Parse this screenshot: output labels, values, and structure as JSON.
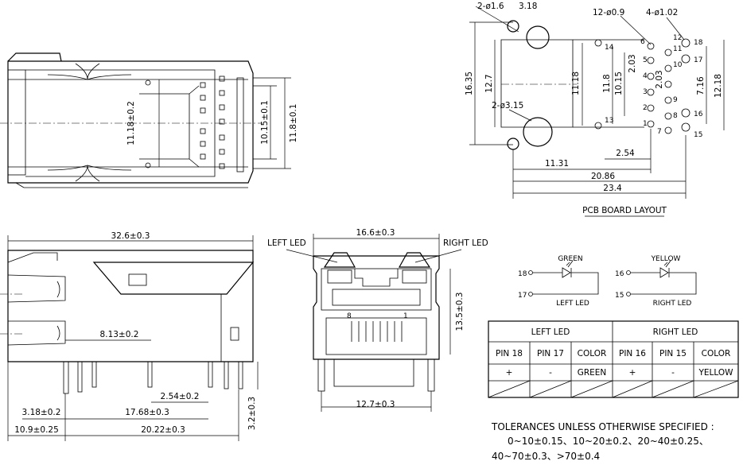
{
  "top_view": {
    "dim_width": "11.18±0.2",
    "dim_pins_a": "10.15±0.1",
    "dim_pins_b": "11.8±0.1"
  },
  "pcb_layout": {
    "title": "PCB BOARD LAYOUT",
    "mount_holes": "2-ø1.6",
    "hole_offset": "3.18",
    "signal_pins": "12-ø0.9",
    "led_pins": "4-ø1.02",
    "led_hole": "2-ø3.15",
    "d_16_35": "16.35",
    "d_12_7": "12.7",
    "d_11_18": "11.18",
    "d_11_8": "11.8",
    "d_10_15": "10.15",
    "d_2_03a": "2.03",
    "d_2_03b": "2.03",
    "d_7_16": "7.16",
    "d_12_18": "12.18",
    "d_2_54": "2.54",
    "d_11_31": "11.31",
    "d_20_86": "20.86",
    "d_23_4": "23.4",
    "pin_labels": [
      "14",
      "13",
      "6",
      "12",
      "11",
      "18",
      "5",
      "10",
      "17",
      "4",
      "3",
      "9",
      "2",
      "8",
      "16",
      "1",
      "7",
      "15"
    ]
  },
  "side_view": {
    "d_length": "32.6±0.3",
    "d_8_13": "8.13±0.2",
    "d_2_54": "2.54±0.2",
    "d_3_18": "3.18±0.2",
    "d_17_68": "17.68±0.3",
    "d_3_2": "3.2±0.3",
    "d_10_9": "10.9±0.25",
    "d_20_22": "20.22±0.3"
  },
  "front_view": {
    "left_led": "LEFT LED",
    "right_led": "RIGHT LED",
    "d_width": "16.6±0.3",
    "d_height": "13.5±0.3",
    "d_pitch": "12.7±0.3",
    "pin8": "8",
    "pin1": "1"
  },
  "led_schematic": {
    "left": {
      "color": "GREEN",
      "pin_a": "18",
      "pin_b": "17",
      "caption": "LEFT LED"
    },
    "right": {
      "color": "YELLOW",
      "pin_a": "16",
      "pin_b": "15",
      "caption": "RIGHT LED"
    }
  },
  "led_table": {
    "groups": [
      "LEFT LED",
      "RIGHT LED"
    ],
    "headers": [
      "PIN 18",
      "PIN 17",
      "COLOR",
      "PIN 16",
      "PIN 15",
      "COLOR"
    ],
    "row": [
      "+",
      "-",
      "GREEN",
      "+",
      "-",
      "YELLOW"
    ]
  },
  "tolerances": {
    "line1": "TOLERANCES UNLESS OTHERWISE SPECIFIED :",
    "line2": "0~10±0.15、10~20±0.2、20~40±0.25、",
    "line3": "40~70±0.3、>70±0.4"
  },
  "colors": {
    "line": "#000000",
    "background": "#ffffff"
  }
}
